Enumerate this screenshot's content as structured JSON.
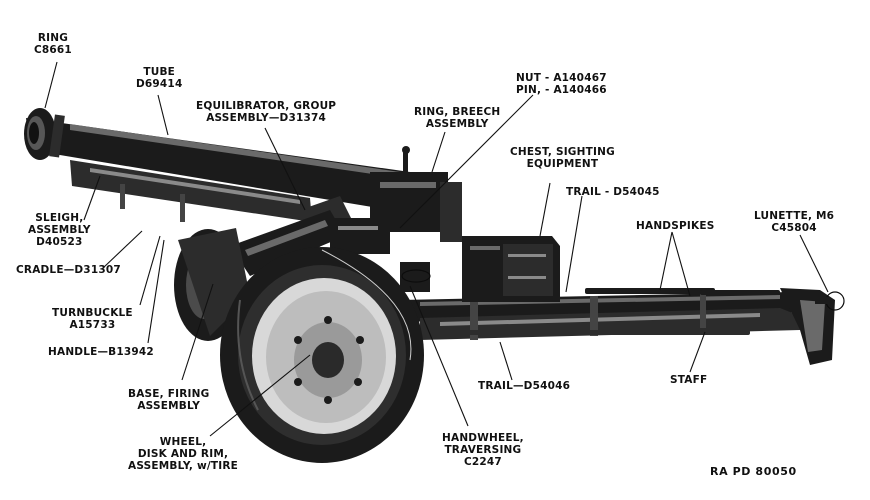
{
  "figure_code": "RA PD 80050",
  "labels": {
    "ring": [
      "RING",
      "C8661"
    ],
    "tube": [
      "TUBE",
      "D69414"
    ],
    "equilibrator": [
      "EQUILIBRATOR, GROUP",
      "ASSEMBLY—D31374"
    ],
    "ring_breech": [
      "RING, BREECH",
      "ASSEMBLY"
    ],
    "nut_pin": [
      "NUT - A140467",
      "PIN,    - A140466"
    ],
    "chest": [
      "CHEST, SIGHTING",
      "EQUIPMENT"
    ],
    "trail_top": [
      "TRAIL - D54045"
    ],
    "handspikes": [
      "HANDSPIKES"
    ],
    "lunette": [
      "LUNETTE, M6",
      "C45804"
    ],
    "sleigh": [
      "SLEIGH,",
      "ASSEMBLY",
      "D40523"
    ],
    "cradle": [
      "CRADLE—D31307"
    ],
    "turnbuckle": [
      "TURNBUCKLE",
      "A15733"
    ],
    "handle": [
      "HANDLE—B13942"
    ],
    "base": [
      "BASE, FIRING",
      "ASSEMBLY"
    ],
    "wheel": [
      "WHEEL,",
      "DISK AND RIM,",
      "ASSEMBLY, w/TIRE"
    ],
    "handwheel": [
      "HANDWHEEL,",
      "TRAVERSING",
      "C2247"
    ],
    "trail_bottom": [
      "TRAIL—D54046"
    ],
    "staff": [
      "STAFF"
    ]
  }
}
